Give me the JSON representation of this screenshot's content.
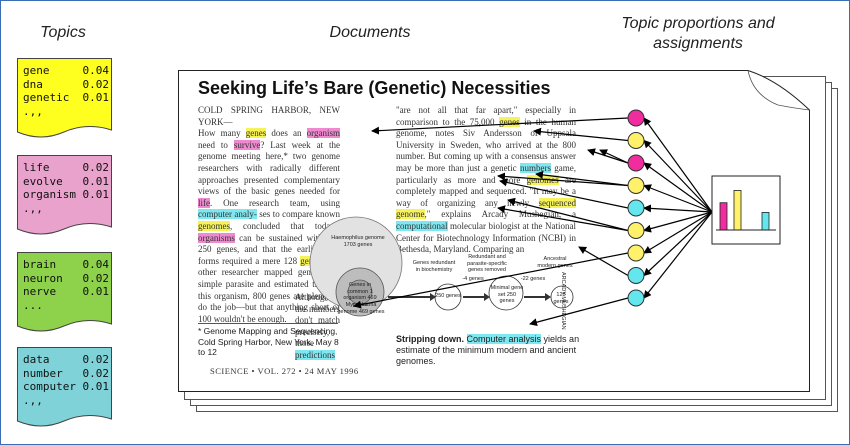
{
  "headings": {
    "topics": "Topics",
    "documents": "Documents",
    "proportions_line1": "Topic proportions and",
    "proportions_line2": "assignments"
  },
  "topics": [
    {
      "color": "#ffff1f",
      "rows": [
        {
          "word": "gene",
          "p": "0.04"
        },
        {
          "word": "dna",
          "p": "0.02"
        },
        {
          "word": "genetic",
          "p": "0.01"
        }
      ],
      "more": ".,,"
    },
    {
      "color": "#e8a2cb",
      "rows": [
        {
          "word": "life",
          "p": "0.02"
        },
        {
          "word": "evolve",
          "p": "0.01"
        },
        {
          "word": "organism",
          "p": "0.01"
        }
      ],
      "more": ".,,"
    },
    {
      "color": "#8ed14a",
      "rows": [
        {
          "word": "brain",
          "p": "0.04"
        },
        {
          "word": "neuron",
          "p": "0.02"
        },
        {
          "word": "nerve",
          "p": "0.01"
        }
      ],
      "more": "..."
    },
    {
      "color": "#7fd3d8",
      "rows": [
        {
          "word": "data",
          "p": "0.02"
        },
        {
          "word": "number",
          "p": "0.02"
        },
        {
          "word": "computer",
          "p": "0.01"
        }
      ],
      "more": ".,,"
    }
  ],
  "document": {
    "title": "Seeking Life’s Bare (Genetic) Necessities",
    "dateline": "COLD SPRING HARBOR, NEW YORK—",
    "col1": [
      {
        "t": "How many "
      },
      {
        "t": "genes",
        "h": "y"
      },
      {
        "t": " does an "
      },
      {
        "t": "organism",
        "h": "p"
      },
      {
        "t": " need to "
      },
      {
        "t": "survive",
        "h": "p"
      },
      {
        "t": "? Last week at the genome meeting here,* two genome researchers with radically different approaches presented complementary views of the basic genes needed for "
      },
      {
        "t": "life",
        "h": "p"
      },
      {
        "t": ". One research team, using "
      },
      {
        "t": "computer analy-",
        "h": "c"
      },
      {
        "t": " ses to compare known "
      },
      {
        "t": "genomes",
        "h": "y"
      },
      {
        "t": ", concluded that today's "
      },
      {
        "t": "organisms",
        "h": "p"
      },
      {
        "t": " can be sustained with just 250 genes, and that the earliest life forms required a mere 128 "
      },
      {
        "t": "genes",
        "h": "y"
      },
      {
        "t": ". The other researcher mapped genes in a simple parasite and estimated that for this organism, 800 genes are plenty to do the job—but that anything short of 100 wouldn't be enough."
      }
    ],
    "col1_tail": [
      {
        "t": "Although the numbers don't match precisely, those "
      },
      {
        "t": "predictions",
        "h": "c"
      }
    ],
    "col2": [
      {
        "t": "\"are not all that far apart,\" especially in comparison to the 75,000 "
      },
      {
        "t": "genes",
        "h": "y"
      },
      {
        "t": " in the human genome, notes Siv Andersson of Uppsala University in Sweden, who arrived at the 800 number. But coming up with a consensus answer may be more than just a genetic "
      },
      {
        "t": "numbers",
        "h": "c"
      },
      {
        "t": " game, particularly as more and more "
      },
      {
        "t": "genomes",
        "h": "y"
      },
      {
        "t": " are completely mapped and sequenced. \"It may be a way of organizing any newly "
      },
      {
        "t": "sequenced genome",
        "h": "y"
      },
      {
        "t": ",\" explains Arcady Mushegian, a "
      },
      {
        "t": "computational",
        "h": "c"
      },
      {
        "t": " molecular biologist at the National Center for Biotechnology Information (NCBI) in Bethesda, Maryland. Comparing an"
      }
    ],
    "figure": {
      "big_circle": "Haemophilus genome 1703 genes",
      "overlap_circle": "Genes in common 1 organism 469 genes",
      "myco_circle": "Mycoplasma genome 469 genes",
      "c250": "250 genes",
      "c122": "Minimal gene set 250 genes",
      "c128": "128 genes",
      "lbl_genes_redundant": "Genes redundant in biochemistry",
      "lbl_redundant": "Redundant and parasite-specific genes removed",
      "lbl_4genes": "-4 genes",
      "lbl_22genes": "-22 genes",
      "lbl_ancient": "Ancestral modern genes",
      "lbl_credit": "ARCADY MUSHEGIAN",
      "caption_bold": "Stripping down.",
      "caption_hl": "Computer analysis",
      "caption_rest": " yields an estimate of the minimum modern and ancient genomes."
    },
    "footnote": "* Genome Mapping and Sequencing, Cold Spring Harbor, New York, May 8 to 12",
    "footer": "SCIENCE • VOL. 272 • 24 MAY 1996"
  },
  "assignments": {
    "colors": {
      "pink": "#f02c9e",
      "yellow": "#fff16a",
      "cyan": "#63e6ee"
    },
    "circles": [
      "pink",
      "yellow",
      "pink",
      "yellow",
      "cyan",
      "yellow",
      "yellow",
      "cyan",
      "cyan"
    ]
  },
  "chart_data": {
    "type": "bar",
    "categories": [
      "pink",
      "yellow",
      "green",
      "cyan"
    ],
    "values": [
      0.62,
      0.9,
      0,
      0.4
    ],
    "colors": [
      "#f02c9e",
      "#fff16a",
      "#8ed14a",
      "#63e6ee"
    ],
    "title": "",
    "xlabel": "",
    "ylabel": ""
  }
}
